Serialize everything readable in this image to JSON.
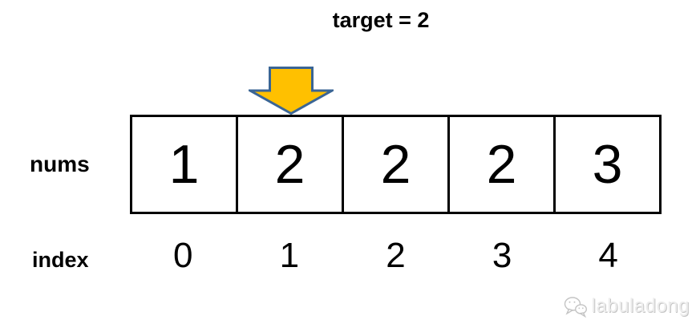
{
  "title": "target = 2",
  "array": {
    "label": "nums",
    "cells": [
      "1",
      "2",
      "2",
      "2",
      "3"
    ],
    "pointer": {
      "points_at_index": 1,
      "icon": "down-arrow-icon"
    }
  },
  "index_row": {
    "label": "index",
    "values": [
      "0",
      "1",
      "2",
      "3",
      "4"
    ]
  },
  "watermark": {
    "label": "labuladong",
    "icon": "wechat-chat-bubbles-icon"
  },
  "colors": {
    "arrow_fill": "#FFC000",
    "arrow_stroke": "#3A6595",
    "cell_border": "#000000",
    "text": "#000000",
    "watermark_text": "#EDEDED",
    "watermark_shadow": "#C4C4C4"
  }
}
